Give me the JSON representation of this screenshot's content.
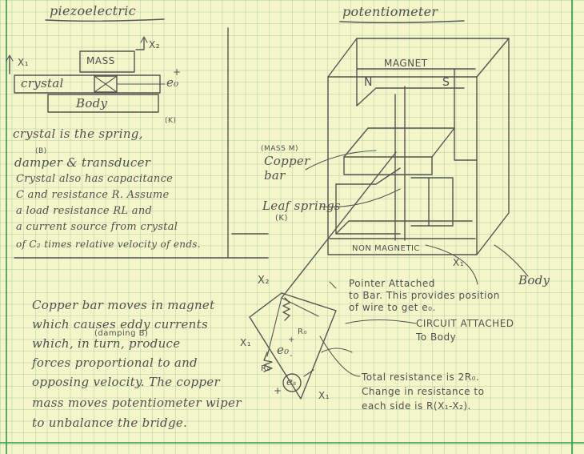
{
  "left_panel": {
    "heading": "piezoelectric",
    "diagram": {
      "x2": "X₂",
      "x1": "X₁",
      "mass": "MASS",
      "crystal": "crystal",
      "body": "Body",
      "e0": "e₀",
      "plus": "+"
    },
    "notes": [
      "crystal is the spring,",
      "damper & transducer",
      "Crystal also has capacitance",
      "C and resistance R. Assume",
      "a load resistance R",
      "a current source from crystal",
      "of C₂ times relative velocity of ends."
    ],
    "note_markers": {
      "k": "(K)",
      "b": "(B)",
      "rl_suffix": "L and"
    },
    "lower_notes": [
      "Copper bar moves in magnet",
      "which causes eddy currents",
      "which, in turn, produce",
      "forces proportional to and",
      "opposing velocity. The copper",
      "mass moves potentiometer wiper",
      "to unbalance the bridge."
    ],
    "damping_label": "(damping B)"
  },
  "right_panel": {
    "heading": "potentiometer",
    "magnet": "MAGNET",
    "north": "N",
    "south": "S",
    "mass_m": "(MASS M)",
    "copper_bar": [
      "Copper",
      "bar"
    ],
    "leaf_springs": [
      "Leaf springs",
      "(K)"
    ],
    "non_magnetic": "NON MAGNETIC",
    "x1": "X₁",
    "body": "Body",
    "pointer": [
      "Pointer Attached",
      "to Bar. This provides position",
      "of wire to get e₀."
    ],
    "circuit": [
      "CIRCUIT ATTACHED",
      "To Body"
    ],
    "resistance_note": [
      "Total resistance is 2R₀.",
      "Change in resistance to",
      "each side is R(X₁-X₂)."
    ],
    "circuit_labels": {
      "x2": "X₂",
      "x1_left": "X₁",
      "x1_right": "X₁",
      "r0_top": "R₀",
      "r0_left": "R₀",
      "e0": "e₀",
      "plus": "+",
      "minus": "-",
      "es": "eₛ",
      "es_plus": "+"
    }
  },
  "colors": {
    "paper": "#f4f6c9",
    "grid": "#8cbe96",
    "ink": "#505050",
    "rule": "#2e9a55"
  }
}
